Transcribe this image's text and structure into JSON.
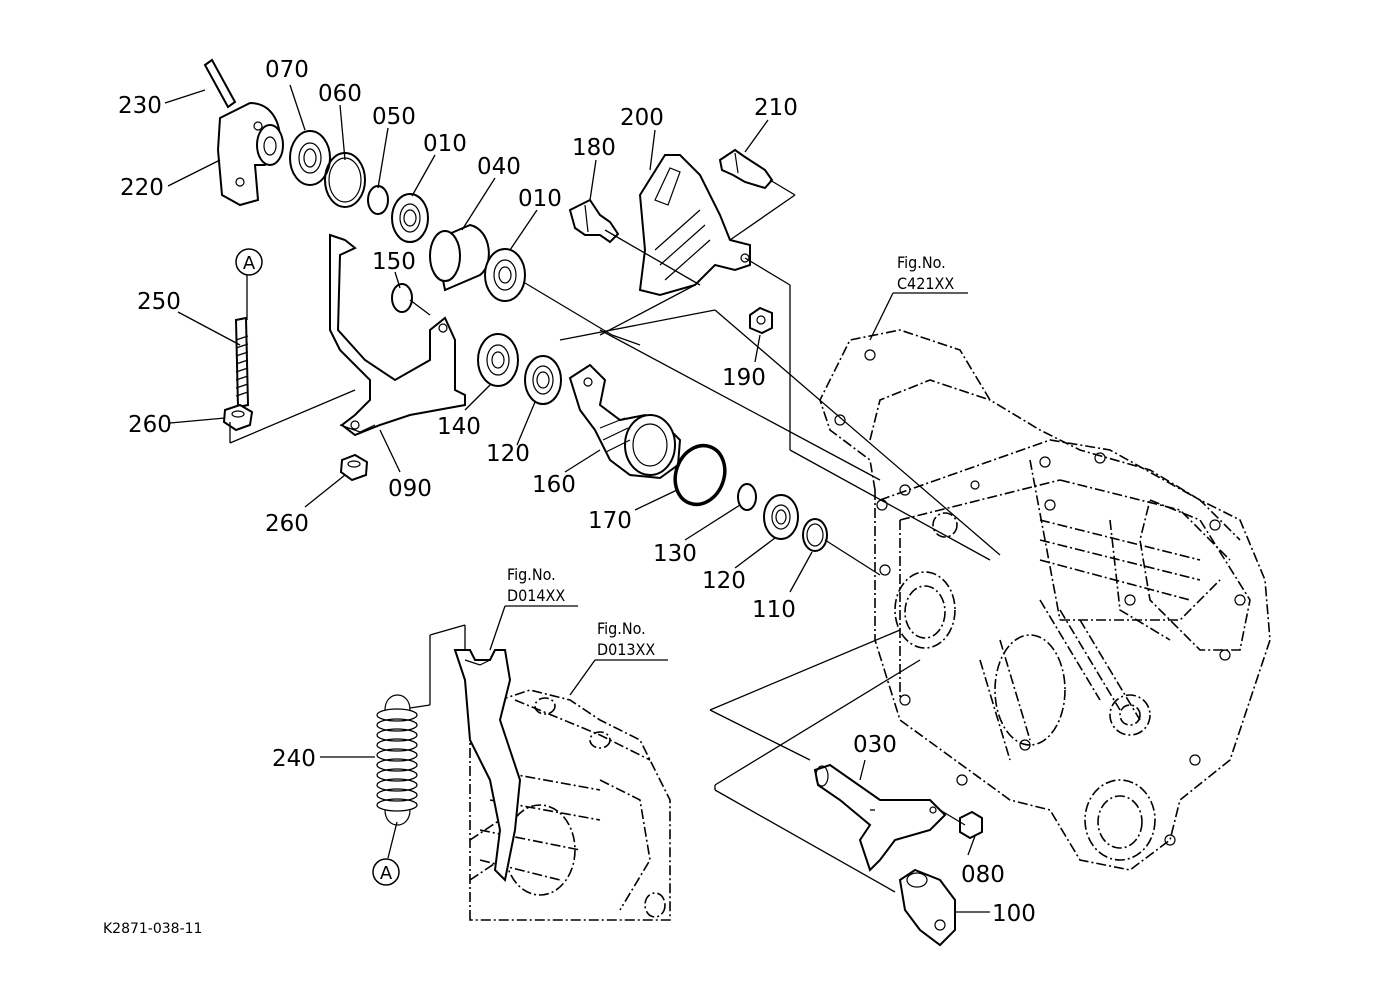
{
  "diagram": {
    "code": "K2871-038-11",
    "part_labels": [
      "230",
      "070",
      "060",
      "050",
      "010",
      "040",
      "010",
      "180",
      "200",
      "210",
      "220",
      "250",
      "150",
      "190",
      "260",
      "140",
      "120",
      "160",
      "090",
      "260",
      "170",
      "130",
      "120",
      "110",
      "030",
      "080",
      "100",
      "240"
    ],
    "markers": [
      "A",
      "A"
    ],
    "references": [
      {
        "line1": "Fig.No.",
        "line2": "C421XX"
      },
      {
        "line1": "Fig.No.",
        "line2": "D014XX"
      },
      {
        "line1": "Fig.No.",
        "line2": "D013XX"
      }
    ]
  }
}
